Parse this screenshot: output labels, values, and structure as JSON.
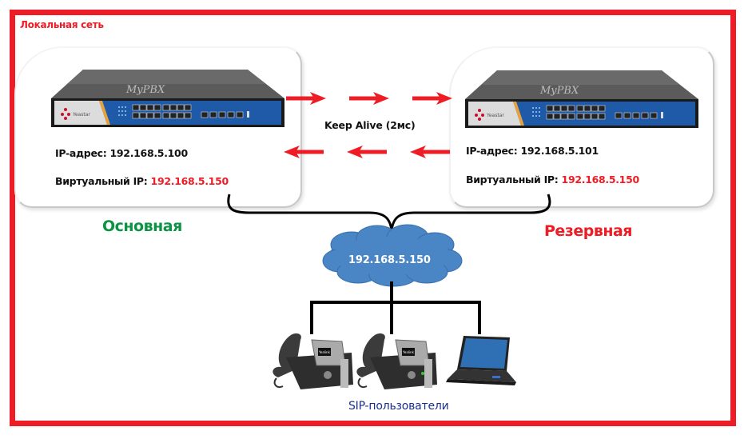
{
  "network_label": "Локальная сеть",
  "primary": {
    "device_brand": "MyPBX",
    "vendor_logo": "Yeastar",
    "ip_label": "IP-адрес:",
    "ip_value": "192.168.5.100",
    "virtual_ip_label": "Виртуальный IP:",
    "virtual_ip_value": "192.168.5.150",
    "role_label": "Основная"
  },
  "backup": {
    "device_brand": "MyPBX",
    "vendor_logo": "Yeastar",
    "ip_label": "IP-адрес:",
    "ip_value": "192.168.5.101",
    "virtual_ip_label": "Виртуальный IP:",
    "virtual_ip_value": "192.168.5.150",
    "role_label": "Резервная"
  },
  "keepalive_label": "Keep Alive (2мс)",
  "cloud_label": "192.168.5.150",
  "clients": {
    "label": "SIP-пользователи",
    "devices": [
      {
        "type": "ip-phone-icon"
      },
      {
        "type": "ip-phone-icon"
      },
      {
        "type": "laptop-icon"
      }
    ]
  },
  "colors": {
    "frame": "#ee1c25",
    "primary_label": "#0b9444",
    "backup_label": "#ee1c25",
    "cloud": "#4a86c5",
    "sip_label": "#1b2f8c"
  }
}
